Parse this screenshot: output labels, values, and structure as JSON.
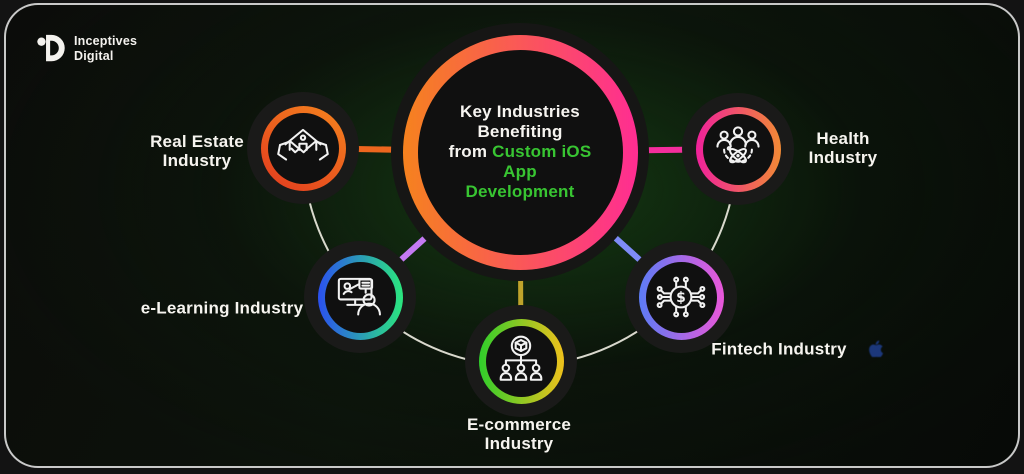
{
  "brand": {
    "name_line1": "Inceptives",
    "name_line2": "Digital"
  },
  "center": {
    "title_line1": "Key Industries Benefiting",
    "title_line2_white": "from",
    "title_line2_green": "Custom iOS App",
    "title_line3_green": "Development",
    "highlight_color": "#38C532",
    "ring": {
      "angle": "90deg",
      "from": "#F5821E",
      "to": "#FF2D92"
    }
  },
  "nodes": {
    "real_estate": {
      "label_line1": "Real Estate",
      "label_line2": "Industry",
      "icon": "house-handshake-icon",
      "ring": {
        "angle": "35deg",
        "from": "#E23A1F",
        "to": "#F5841D"
      },
      "connector_color": "#ED661E"
    },
    "health": {
      "label_line1": "Health",
      "label_line2": "Industry",
      "icon": "people-atom-icon",
      "ring": {
        "angle": "90deg",
        "from": "#F0219B",
        "to": "#F18A35"
      },
      "connector_color": "#F32E9C"
    },
    "elearning": {
      "label": "e-Learning Industry",
      "icon": "monitor-teacher-icon",
      "ring": {
        "angle": "90deg",
        "from": "#2B50EF",
        "to": "#2BE77E"
      },
      "connector_color": "#C47AF2"
    },
    "ecommerce": {
      "label_line1": "E-commerce",
      "label_line2": "Industry",
      "icon": "package-distribution-icon",
      "ring": {
        "angle": "90deg",
        "from": "#2FCE2B",
        "to": "#EFC11C"
      },
      "connector_color": "#BFA32B"
    },
    "fintech": {
      "label": "Fintech Industry",
      "icon": "dollar-circuit-icon",
      "ring": {
        "angle": "90deg",
        "from": "#5C7CF5",
        "to": "#EA57D9"
      },
      "connector_color": "#7E8BF7"
    }
  },
  "orbit": {
    "arc_color": "#EFEDE2"
  },
  "canvas_colors": {
    "card_border": "#DEDEDE",
    "glow_green": "#1A5418"
  },
  "watermark": {
    "apple_color": "#2B59D8"
  }
}
